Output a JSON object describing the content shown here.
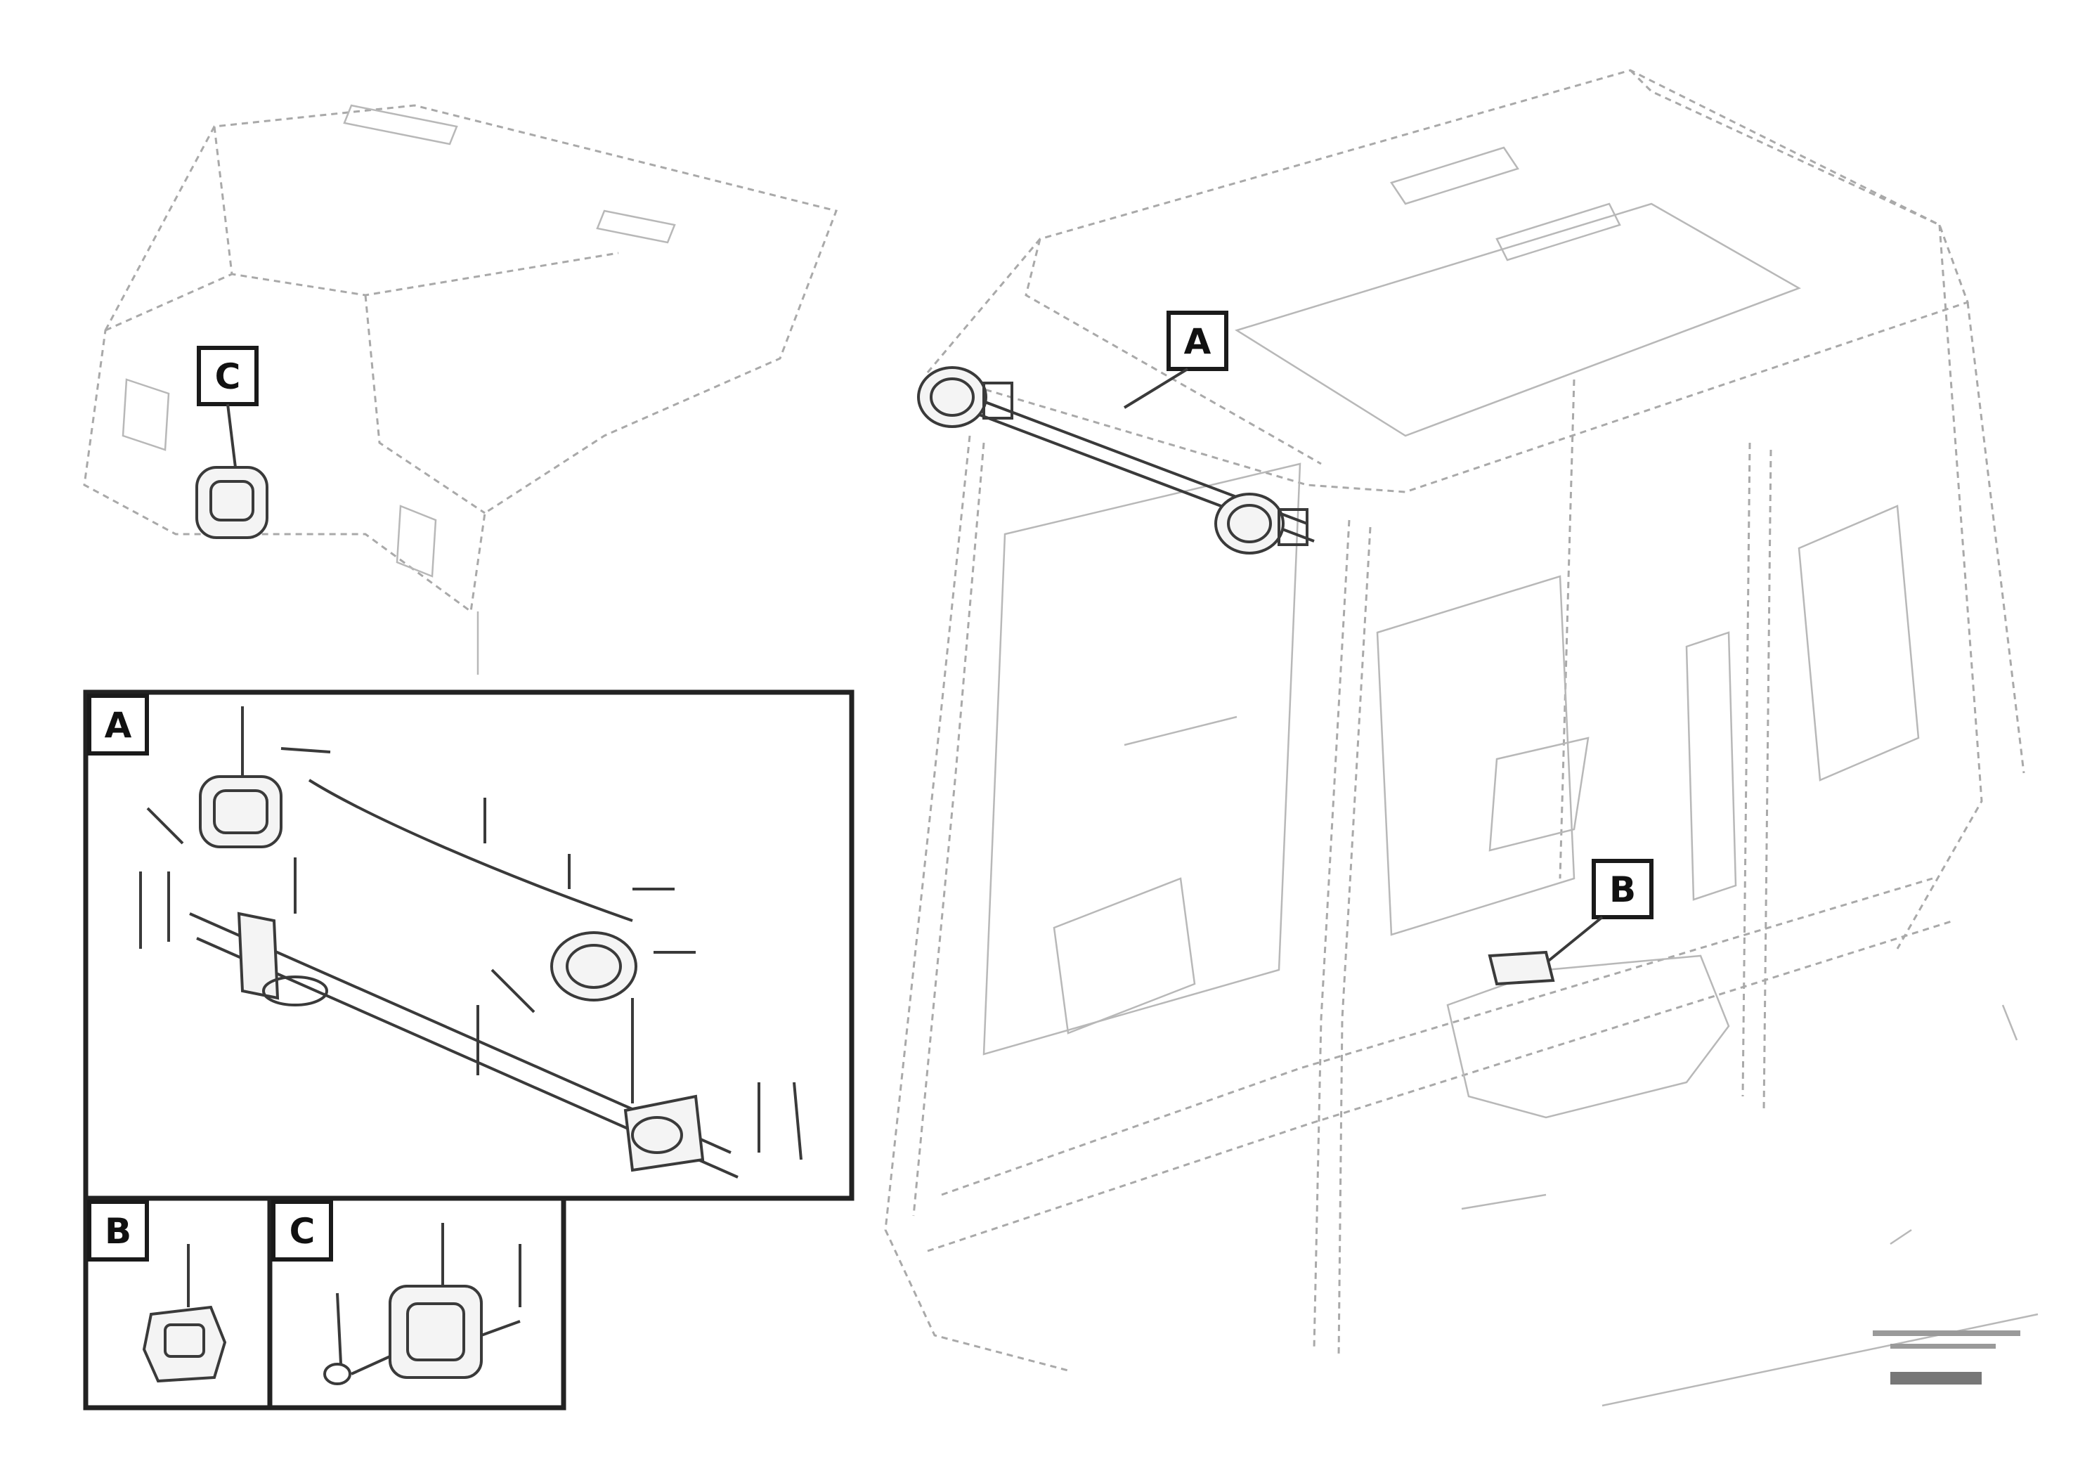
{
  "diagram": {
    "main_callouts": {
      "a": "A",
      "b": "B",
      "c": "C"
    },
    "detail_panels": {
      "a_title": "A",
      "b_title": "B",
      "c_title": "C"
    }
  },
  "colors": {
    "line_faint": "#a9a9a9",
    "line_dark": "#3a3a3a",
    "panel_border": "#222222"
  }
}
